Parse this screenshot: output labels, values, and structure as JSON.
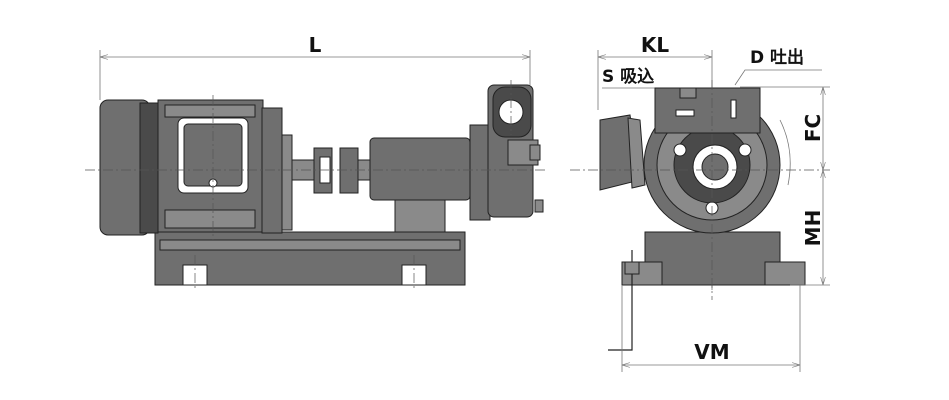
{
  "labels": {
    "L": "L",
    "KL": "KL",
    "D": "D 吐出",
    "S": "S 吸込",
    "FC": "FC",
    "MH": "MH",
    "VM": "VM"
  }
}
